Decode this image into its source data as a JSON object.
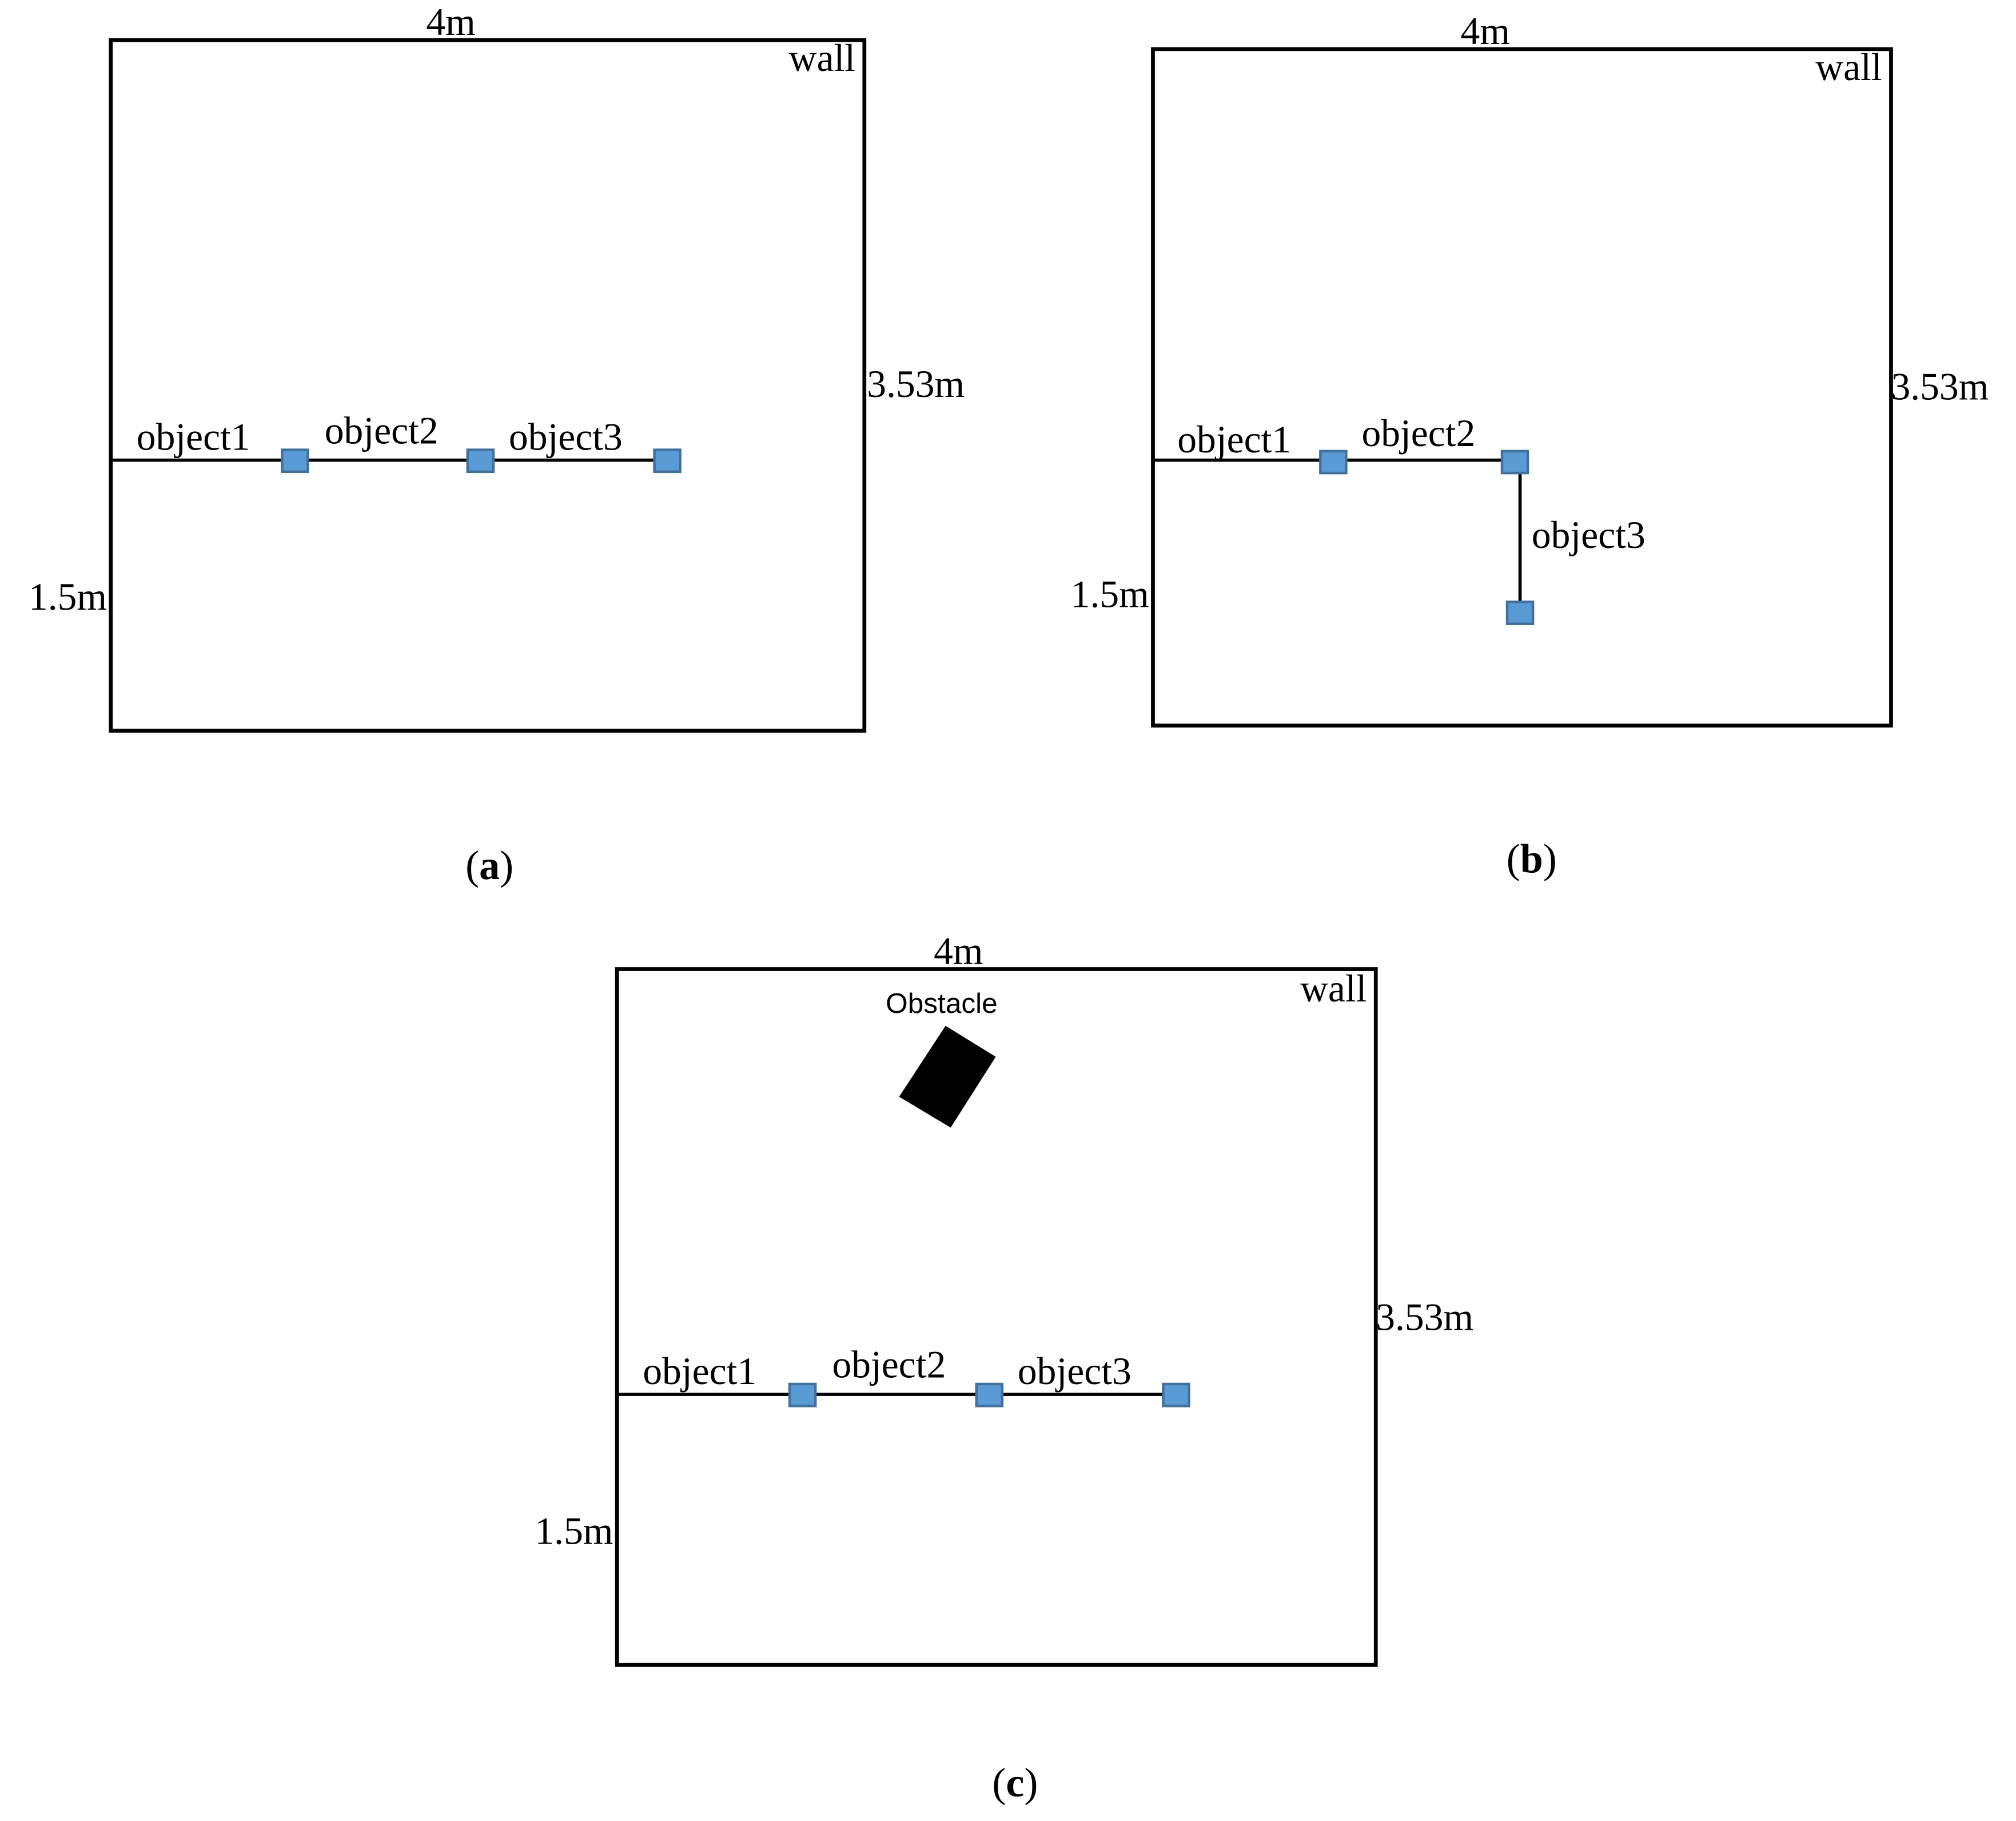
{
  "colors": {
    "node_fill": "#5b9bd5",
    "line": "#000000",
    "obstacle": "#000000"
  },
  "panels": {
    "a": {
      "top_dim": "4m",
      "right_dim": "3.53m",
      "left_dim": "1.5m",
      "wall": "wall",
      "object1": "object1",
      "object2": "object2",
      "object3": "object3",
      "caption_open": "(",
      "caption_letter": "a",
      "caption_close": ")"
    },
    "b": {
      "top_dim": "4m",
      "right_dim": "3.53m",
      "left_dim": "1.5m",
      "wall": "wall",
      "object1": "object1",
      "object2": "object2",
      "object3": "object3",
      "caption_open": "(",
      "caption_letter": "b",
      "caption_close": ")"
    },
    "c": {
      "top_dim": "4m",
      "right_dim": "3.53m",
      "left_dim": "1.5m",
      "wall": "wall",
      "obstacle": "Obstacle",
      "object1": "object1",
      "object2": "object2",
      "object3": "object3",
      "caption_open": "(",
      "caption_letter": "c",
      "caption_close": ")"
    }
  }
}
